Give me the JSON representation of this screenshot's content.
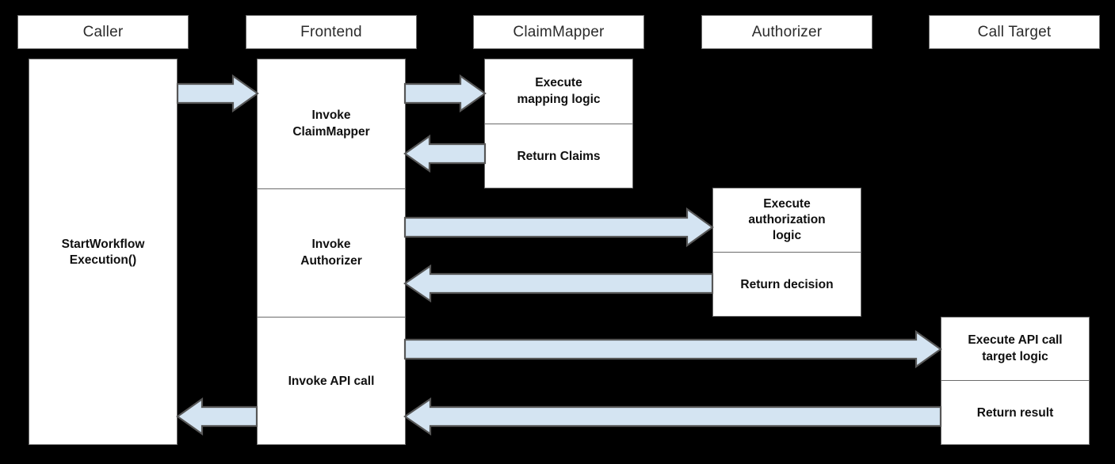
{
  "diagram": {
    "type": "sequence-diagram",
    "background_color": "#000000",
    "box_fill": "#ffffff",
    "box_border_color": "#6b6b6b",
    "arrow_fill": "#d4e4f2",
    "arrow_border_color": "#575757",
    "lanes": [
      {
        "id": "caller",
        "header": "Caller",
        "segments": [
          {
            "label": "StartWorkflow\nExecution()"
          }
        ]
      },
      {
        "id": "frontend",
        "header": "Frontend",
        "segments": [
          {
            "label": "Invoke\nClaimMapper"
          },
          {
            "label": "Invoke\nAuthorizer"
          },
          {
            "label": "Invoke API call"
          }
        ]
      },
      {
        "id": "claimmapper",
        "header": "ClaimMapper",
        "segments": [
          {
            "label": "Execute\nmapping logic"
          },
          {
            "label": "Return Claims"
          }
        ]
      },
      {
        "id": "authorizer",
        "header": "Authorizer",
        "segments": [
          {
            "label": "Execute\nauthorization\nlogic"
          },
          {
            "label": "Return decision"
          }
        ]
      },
      {
        "id": "calltarget",
        "header": "Call Target",
        "segments": [
          {
            "label": "Execute API call\ntarget logic"
          },
          {
            "label": "Return result"
          }
        ]
      }
    ],
    "messages": [
      {
        "id": "m1",
        "from": "caller",
        "to": "frontend",
        "direction": "right",
        "label": ""
      },
      {
        "id": "m2",
        "from": "frontend",
        "to": "claimmapper",
        "direction": "right",
        "label": ""
      },
      {
        "id": "m3",
        "from": "claimmapper",
        "to": "frontend",
        "direction": "left",
        "label": ""
      },
      {
        "id": "m4",
        "from": "frontend",
        "to": "authorizer",
        "direction": "right",
        "label": ""
      },
      {
        "id": "m5",
        "from": "authorizer",
        "to": "frontend",
        "direction": "left",
        "label": ""
      },
      {
        "id": "m6",
        "from": "frontend",
        "to": "calltarget",
        "direction": "right",
        "label": ""
      },
      {
        "id": "m7",
        "from": "calltarget",
        "to": "frontend",
        "direction": "left",
        "label": ""
      },
      {
        "id": "m8",
        "from": "frontend",
        "to": "caller",
        "direction": "left",
        "label": ""
      }
    ]
  }
}
